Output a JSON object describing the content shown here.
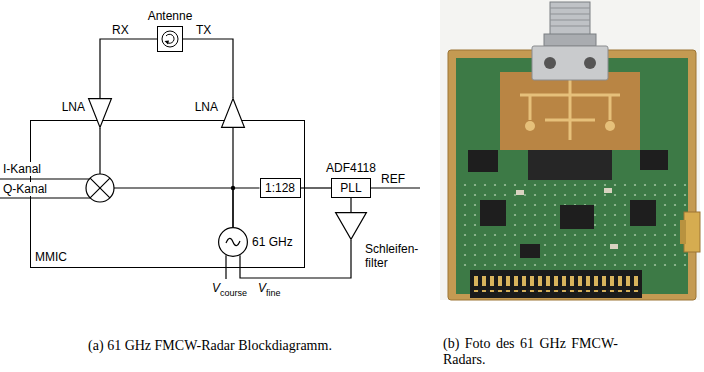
{
  "diagram": {
    "caption": "(a) 61 GHz FMCW-Radar Blockdiagramm.",
    "nodes": [
      {
        "text": [
          "Antenne"
        ]
      },
      {
        "text": [
          "LNA"
        ]
      },
      {
        "text": [
          "LNA"
        ]
      },
      {
        "text": [
          "MMIC"
        ]
      },
      {
        "text": [
          "1:128"
        ],
        "in": 3
      },
      {
        "text": [
          "ADF4118",
          "PLL"
        ]
      },
      {
        "text": [
          "61 GHz"
        ],
        "in": 3
      },
      {
        "text": [
          "Schleifen- filter"
        ]
      }
    ],
    "edges": [
      {
        "from": 0,
        "to": 1,
        "arrow": "none"
      },
      {
        "from": 2,
        "to": 0,
        "arrow": "none"
      },
      {
        "from": 6,
        "to": 2,
        "arrow": "none"
      },
      {
        "from": 6,
        "to": 4,
        "arrow": "none"
      },
      {
        "from": 4,
        "to": 5,
        "arrow": "none"
      },
      {
        "from": 5,
        "to": 7,
        "arrow": "none"
      },
      {
        "from": 7,
        "to": 6,
        "arrow": "none"
      }
    ],
    "labels": [
      "RX",
      "TX",
      "I-Kanal",
      "Q-Kanal",
      "REF",
      "V",
      "course",
      "V",
      "fine",
      "(b) Foto des 61 GHz FMCW-Radars."
    ]
  }
}
